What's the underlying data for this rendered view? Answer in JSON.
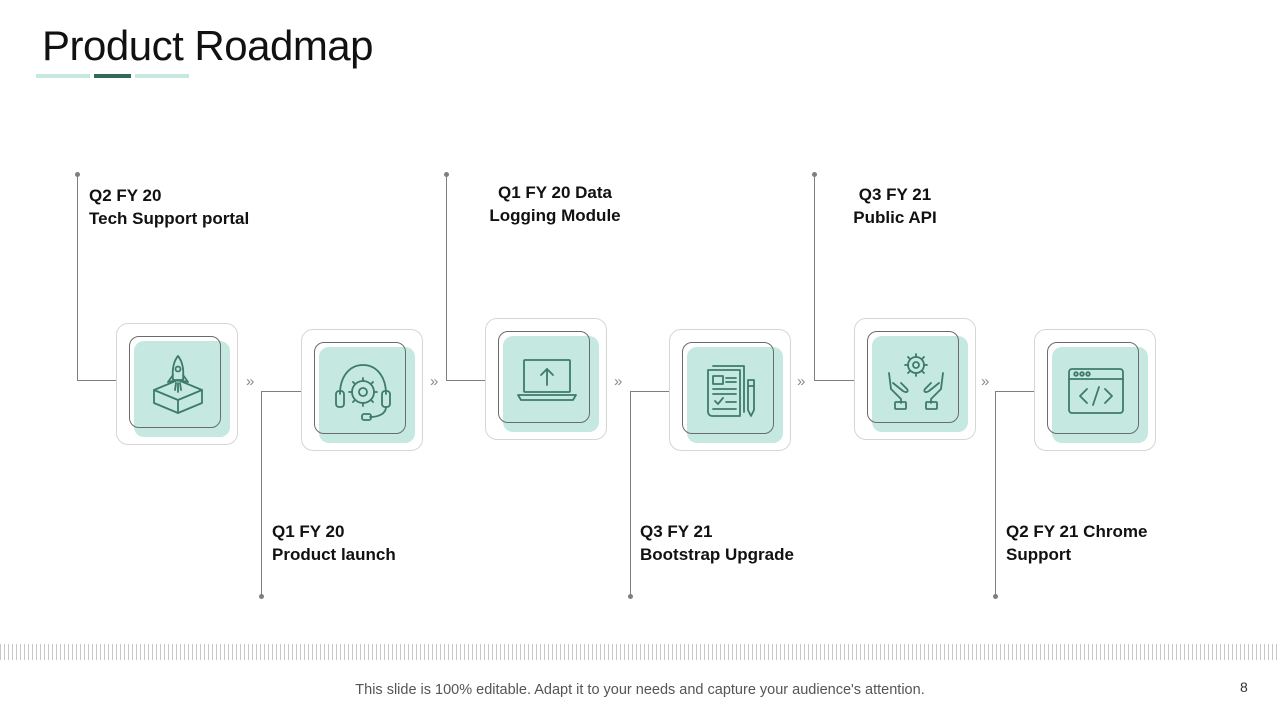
{
  "slide": {
    "title": "Product Roadmap",
    "footer": "This slide is 100% editable. Adapt it to your needs and capture your audience's attention.",
    "page_number": "8"
  },
  "colors": {
    "accent_light": "#c5e8e0",
    "accent_dark": "#2f6b5b",
    "icon_stroke": "#3d7a6a"
  },
  "milestones": [
    {
      "line1": "Q2 FY 20",
      "line2": "Tech Support portal",
      "icon": "rocket-box-icon"
    },
    {
      "line1": "Q1 FY 20",
      "line2": "Product launch",
      "icon": "headset-gear-icon"
    },
    {
      "line1": "Q1 FY 20 Data",
      "line2": "Logging Module",
      "icon": "laptop-upload-icon"
    },
    {
      "line1": "Q3 FY 21",
      "line2": "Bootstrap Upgrade",
      "icon": "document-pen-icon"
    },
    {
      "line1": "Q3 FY 21",
      "line2": "Public API",
      "icon": "hands-gear-icon"
    },
    {
      "line1": "Q2 FY 21 Chrome",
      "line2": "Support",
      "icon": "browser-code-icon"
    }
  ],
  "connector_glyph": "»"
}
